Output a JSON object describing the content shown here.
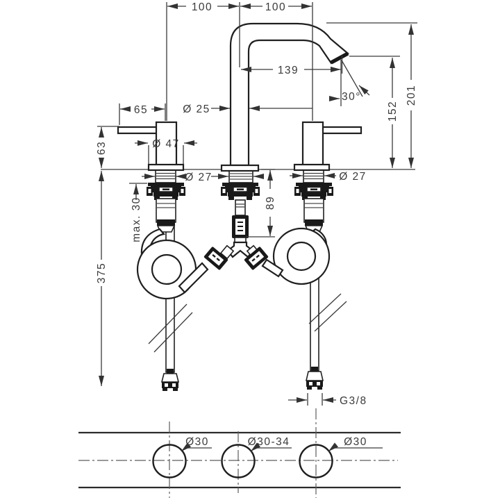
{
  "drawing": {
    "type": "faucet-installation-dimensional-drawing",
    "views": [
      "front-elevation",
      "deck-plan"
    ]
  },
  "dims": {
    "top_left": "100",
    "top_right": "100",
    "reach": "139",
    "angle": "30°",
    "height_outlet": "152",
    "height_total": "201",
    "lever": "65",
    "handle_height": "63",
    "spout_dia": "Ø 25",
    "base_dia": "Ø 47",
    "shank_dia_left": "Ø 27",
    "shank_dia_right": "Ø 27",
    "max_deck": "max. 30",
    "hose_offset": "89",
    "supply": "375",
    "thread": "G3/8"
  },
  "plan": {
    "hole_left": "Ø30",
    "hole_center": "Ø30-34",
    "hole_right": "Ø30"
  },
  "colors": {
    "background": "#ffffff",
    "outline": "#1f1f1f",
    "dimension_lines": "#3a3a3a",
    "dark_fittings": "#191919"
  }
}
